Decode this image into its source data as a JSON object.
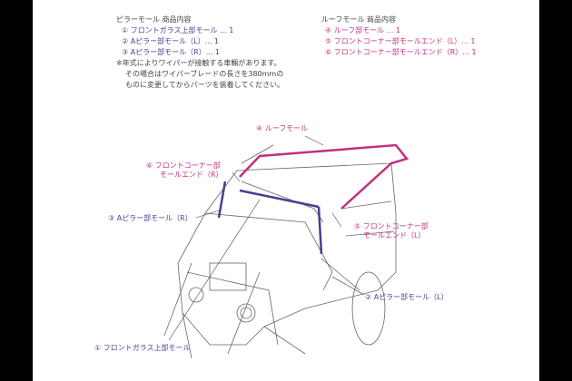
{
  "pillar": {
    "heading": "ピラーモール 商品内容",
    "items": [
      "① フロントガラス上部モール ... 1",
      "② Aピラー部モール（L）... 1",
      "③ Aピラー部モール（R）... 1"
    ],
    "note": [
      "※年式によりワイパーが接触する車輛があります。",
      "その場合はワイパーブレードの長さを380mmの",
      "ものに変更してからパーツを装着してください。"
    ]
  },
  "roof": {
    "heading": "ルーフモール 商品内容",
    "items": [
      "④ ルーフ部モール ... 1",
      "⑤ フロントコーナー部モールエンド（L）... 1",
      "⑥ フロントコーナー部モールエンド（R）... 1"
    ]
  },
  "labels": {
    "roof": "④ ルーフモール",
    "corner_r": [
      "⑥ フロントコーナー部",
      "モールエンド（R）"
    ],
    "corner_l": [
      "⑤ フロントコーナー部",
      "モールエンド（L）"
    ],
    "pillar_r": "③ Aピラー部モール（R）",
    "pillar_l": "② Aピラー部モール（L）",
    "windshield": "① フロントガラス上部モール"
  },
  "colors": {
    "purple": "#4a3f8f",
    "pink": "#c2307f"
  }
}
